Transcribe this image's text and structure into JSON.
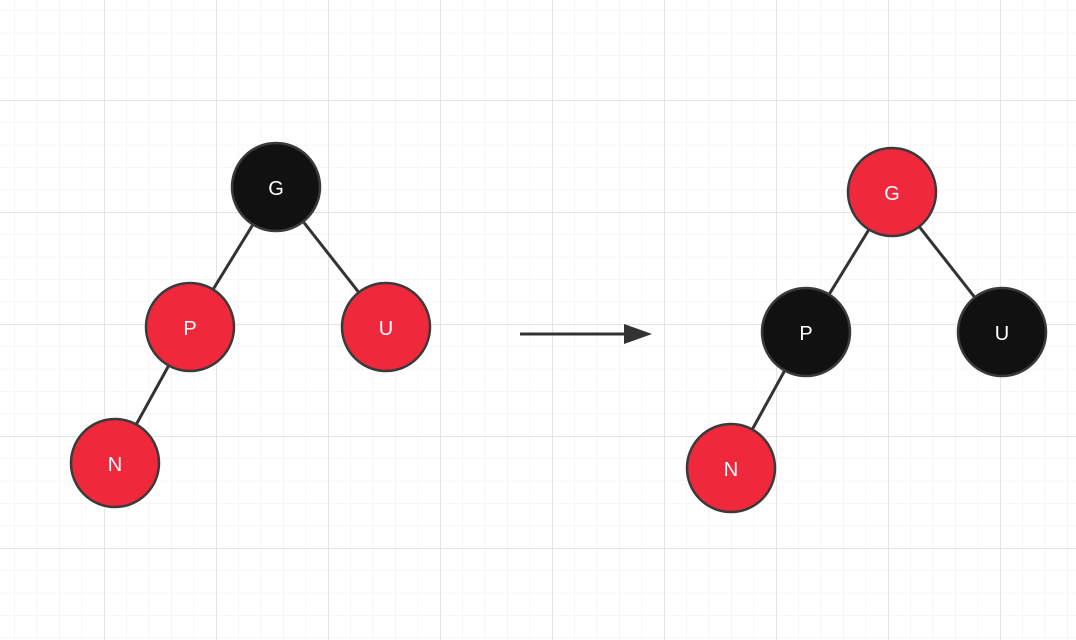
{
  "colors": {
    "red_node": "#f0283c",
    "black_node": "#111111",
    "node_outline": "#3a3a3a",
    "node_text": "#ffffff",
    "edge": "#333333",
    "arrow": "#333333",
    "grid_minor": "#ececec",
    "grid_major": "#dcdcdc"
  },
  "before": {
    "nodes": {
      "g": {
        "label": "G",
        "color": "black"
      },
      "p": {
        "label": "P",
        "color": "red"
      },
      "u": {
        "label": "U",
        "color": "red"
      },
      "n": {
        "label": "N",
        "color": "red"
      }
    },
    "edges": [
      [
        "g",
        "p"
      ],
      [
        "g",
        "u"
      ],
      [
        "p",
        "n"
      ]
    ]
  },
  "after": {
    "nodes": {
      "g": {
        "label": "G",
        "color": "red"
      },
      "p": {
        "label": "P",
        "color": "black"
      },
      "u": {
        "label": "U",
        "color": "black"
      },
      "n": {
        "label": "N",
        "color": "red"
      }
    },
    "edges": [
      [
        "g",
        "p"
      ],
      [
        "g",
        "u"
      ],
      [
        "p",
        "n"
      ]
    ]
  }
}
